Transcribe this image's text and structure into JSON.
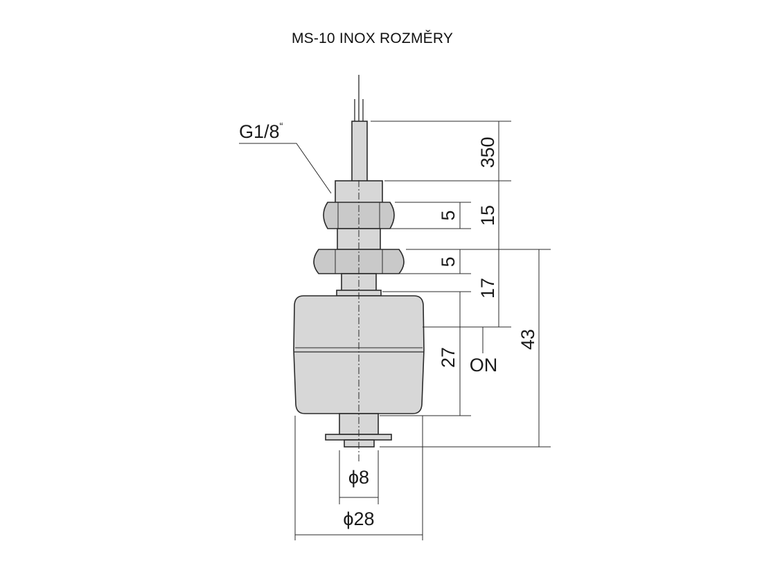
{
  "title": "MS-10 INOX ROZMĚRY",
  "labels": {
    "thread": "G1/8",
    "thread_mark": "“",
    "dim_350": "350",
    "dim_15": "15",
    "dim_5_top": "5",
    "dim_5_bottom": "5",
    "dim_17": "17",
    "dim_27": "27",
    "dim_43": "43",
    "on": "ON",
    "dia_8": "ϕ8",
    "dia_28": "ϕ28"
  }
}
